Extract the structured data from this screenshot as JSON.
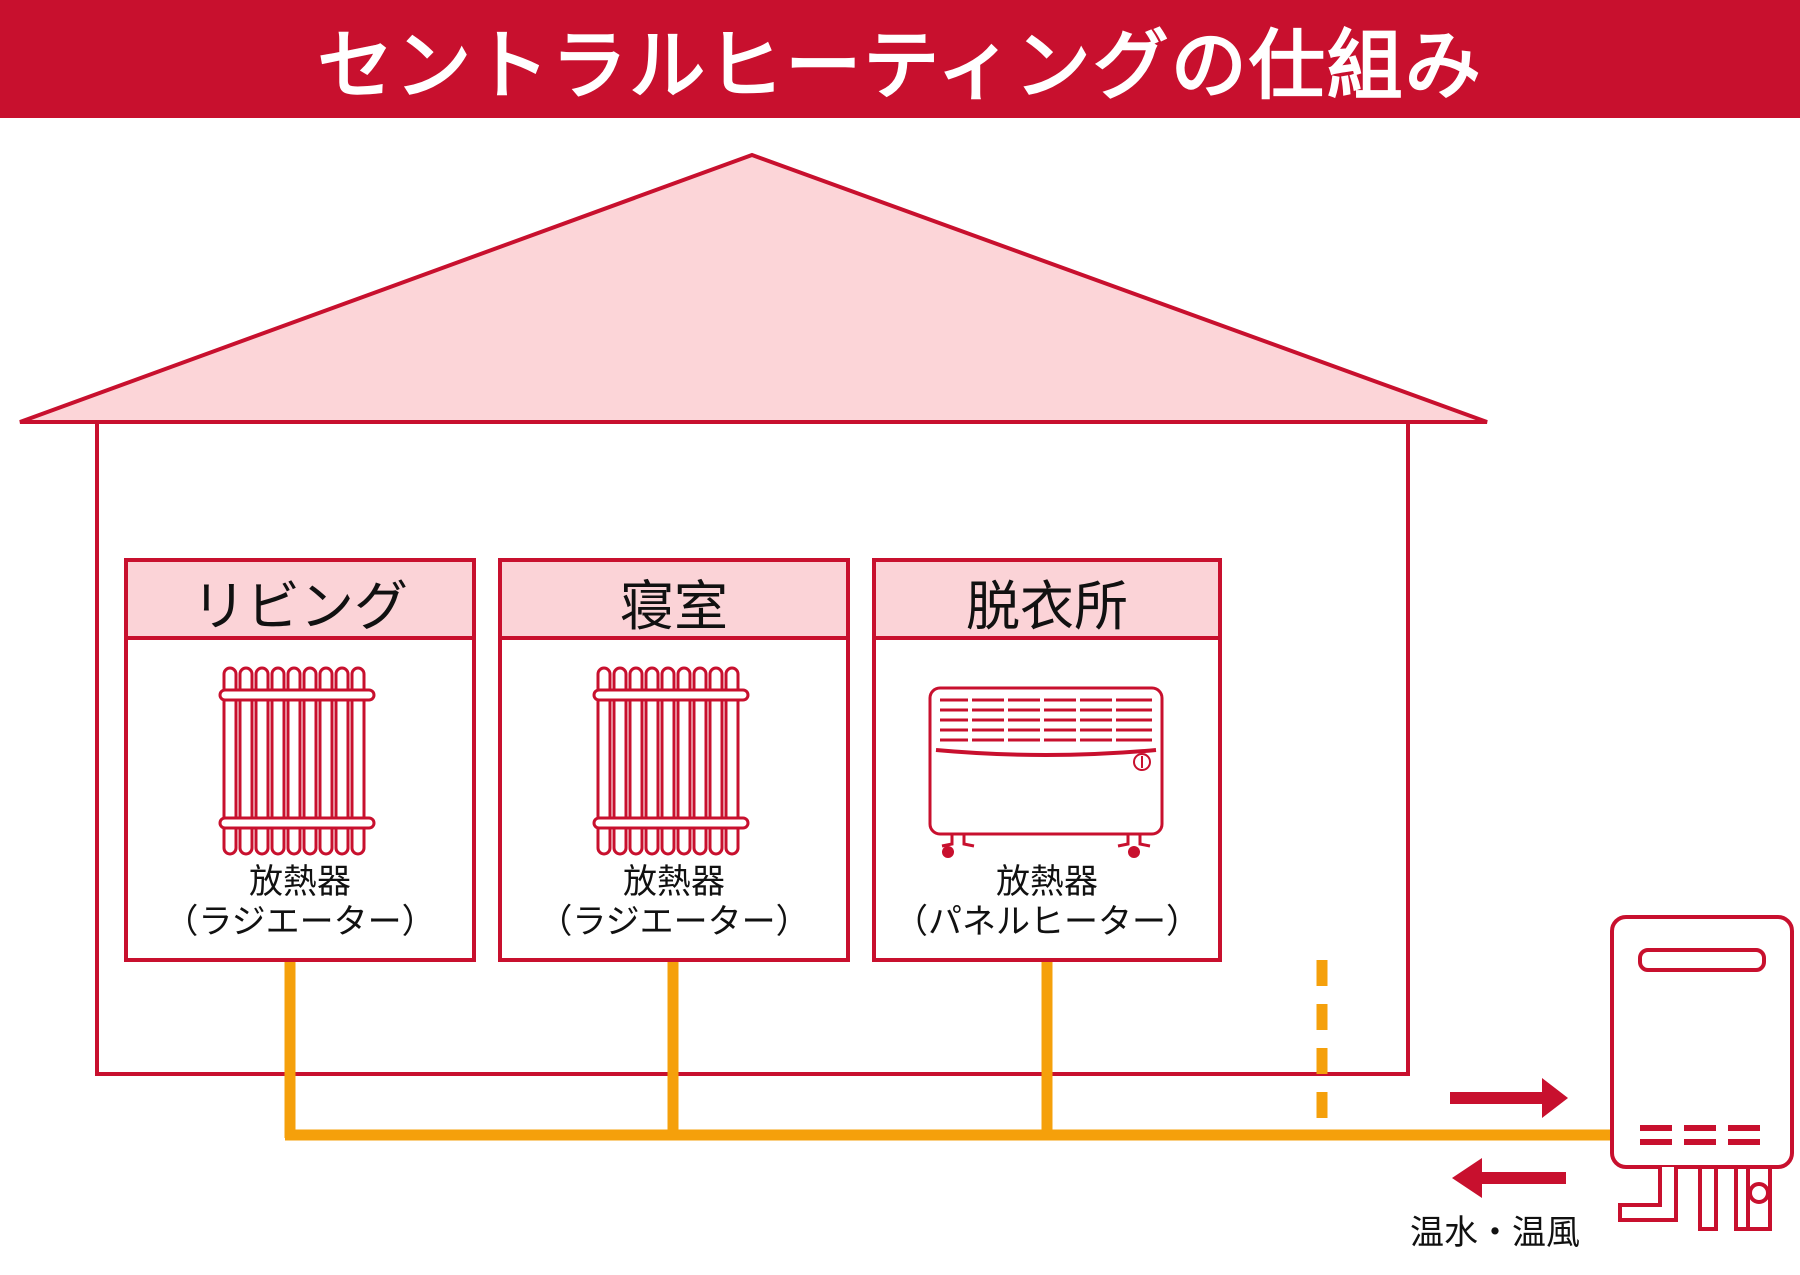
{
  "title": "セントラルヒーティングの仕組み",
  "colors": {
    "brand_red": "#c8102e",
    "roof_fill": "#fcd5d8",
    "room_header_fill": "#fbd3d7",
    "pipe_orange": "#f5a00b"
  },
  "rooms": [
    {
      "name": "リビング",
      "device_label": "放熱器",
      "device_sub": "（ラジエーター）",
      "device_icon": "radiator-icon"
    },
    {
      "name": "寝室",
      "device_label": "放熱器",
      "device_sub": "（ラジエーター）",
      "device_icon": "radiator-icon"
    },
    {
      "name": "脱衣所",
      "device_label": "放熱器",
      "device_sub": "（パネルヒーター）",
      "device_icon": "panel-heater-icon"
    }
  ],
  "boiler": {
    "icon": "boiler-icon"
  },
  "flow_label": "温水・温風"
}
